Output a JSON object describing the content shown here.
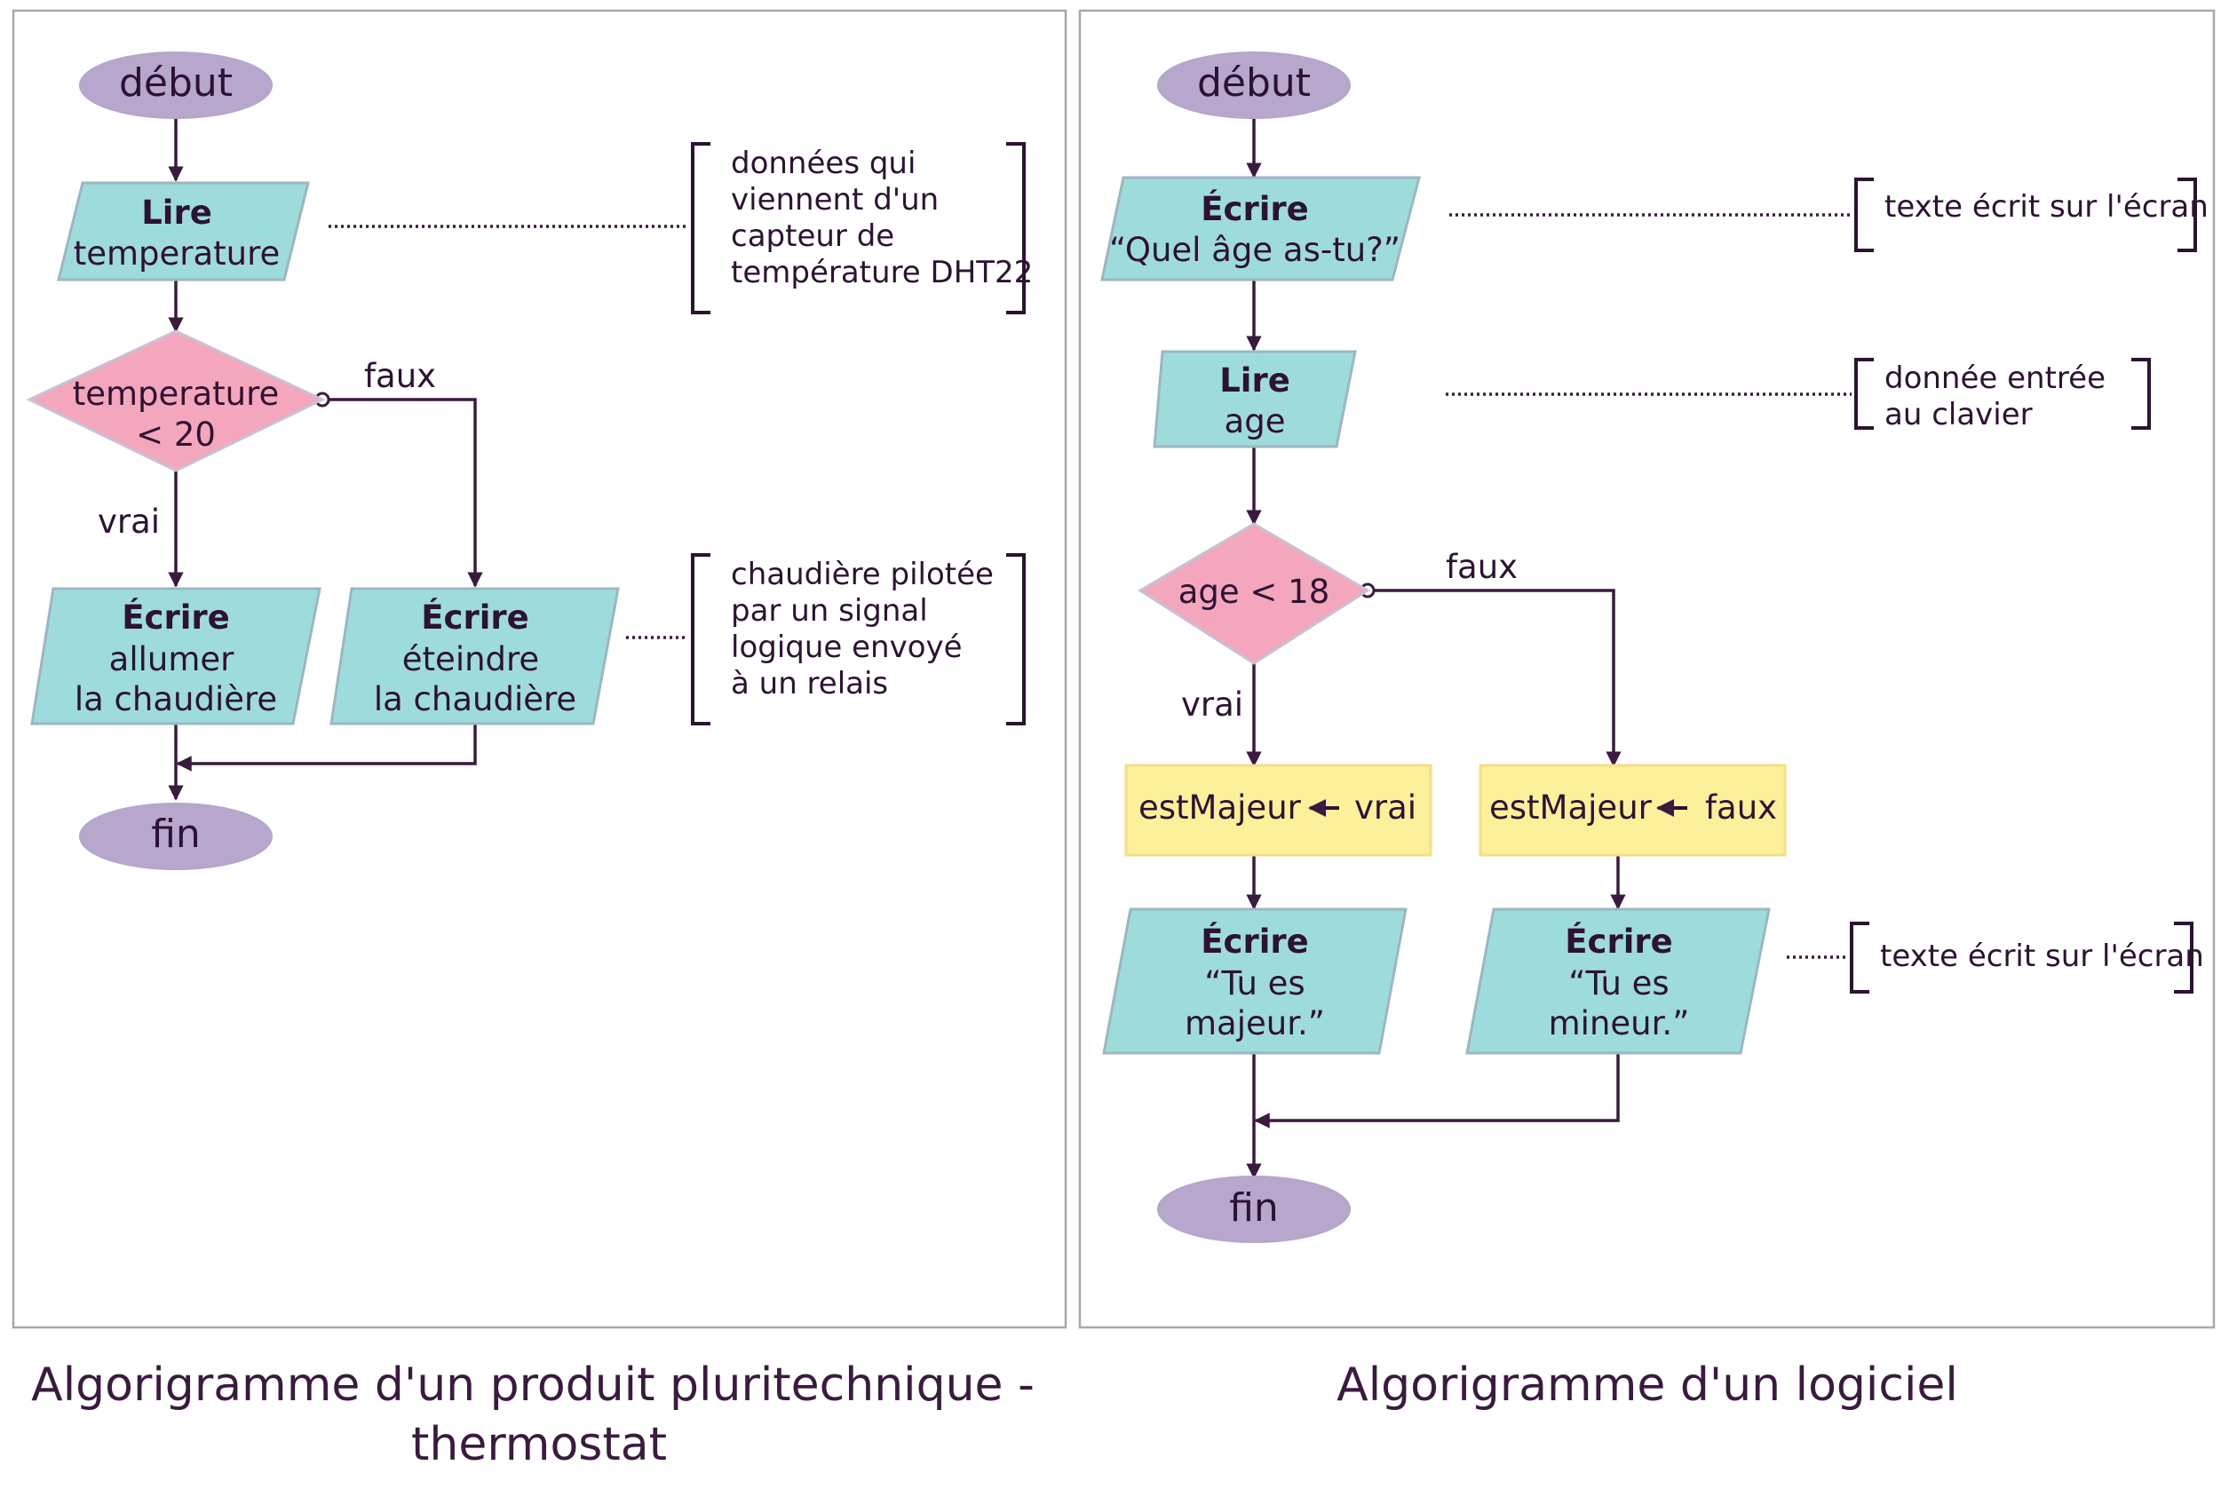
{
  "left": {
    "caption_line1": "Algorigramme d'un produit pluritechnique -",
    "caption_line2": "thermostat",
    "start": "début",
    "end": "fin",
    "read_kw": "Lire",
    "read_var": "temperature",
    "decision_line1": "temperature",
    "decision_line2": "< 20",
    "true_label": "vrai",
    "false_label": "faux",
    "write_on_kw": "Écrire",
    "write_on_l1": "allumer",
    "write_on_l2": "la chaudière",
    "write_off_kw": "Écrire",
    "write_off_l1": "éteindre",
    "write_off_l2": "la chaudière",
    "note1": [
      "données qui",
      "viennent d'un",
      "capteur de",
      "température DHT22"
    ],
    "note2": [
      "chaudière pilotée",
      "par un signal",
      "logique envoyé",
      "à un relais"
    ]
  },
  "right": {
    "caption": "Algorigramme d'un logiciel",
    "start": "début",
    "end": "fin",
    "write1_kw": "Écrire",
    "write1_text": "“Quel âge as-tu?”",
    "read_kw": "Lire",
    "read_var": "age",
    "decision": "age < 18",
    "true_label": "vrai",
    "false_label": "faux",
    "assign_true_var": "estMajeur",
    "assign_true_val": "vrai",
    "assign_false_var": "estMajeur",
    "assign_false_val": "faux",
    "write_major_kw": "Écrire",
    "write_major_l1": "“Tu es",
    "write_major_l2": "majeur.”",
    "write_minor_kw": "Écrire",
    "write_minor_l1": "“Tu es",
    "write_minor_l2": "mineur.”",
    "note1": "texte écrit sur l'écran",
    "note2": [
      "donnée entrée",
      "au clavier"
    ],
    "note3": "texte écrit sur l'écran"
  },
  "colors": {
    "terminal": "#b8a7cd",
    "io": "#9edcdc",
    "decision": "#f4a7bc",
    "process": "#fdf09b",
    "line": "#3a1a3f"
  }
}
